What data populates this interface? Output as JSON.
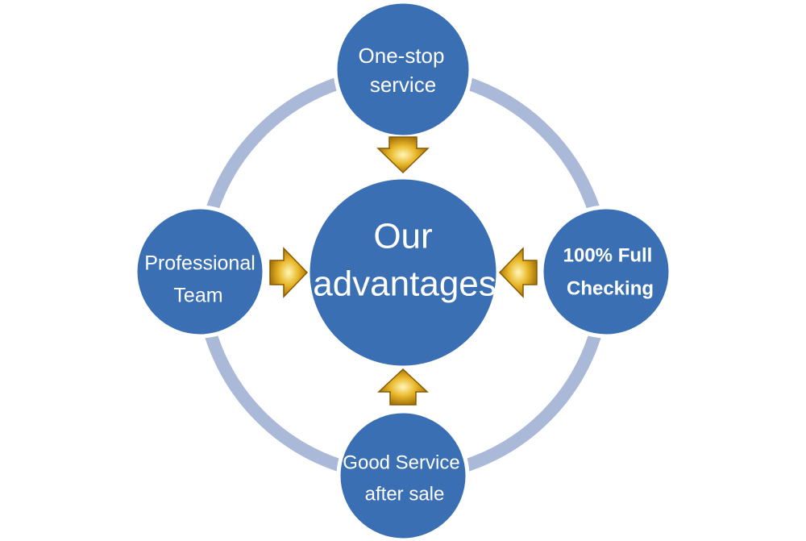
{
  "center": {
    "line1": "Our",
    "line2": "advantages"
  },
  "nodes": {
    "top": {
      "line1": "One-stop",
      "line2": "service"
    },
    "left": {
      "line1": "Professional",
      "line2": "Team"
    },
    "right": {
      "line1": "100% Full",
      "line2": "Checking"
    },
    "bottom": {
      "line1": "Good Service",
      "line2": "after sale"
    }
  },
  "colors": {
    "circle_fill": "#3b6fb3",
    "circle_stroke": "#ffffff",
    "ring": "#a9b9d7",
    "arrow_light": "#fff4a8",
    "arrow_mid": "#e0b020",
    "arrow_dark": "#8a5a00"
  }
}
